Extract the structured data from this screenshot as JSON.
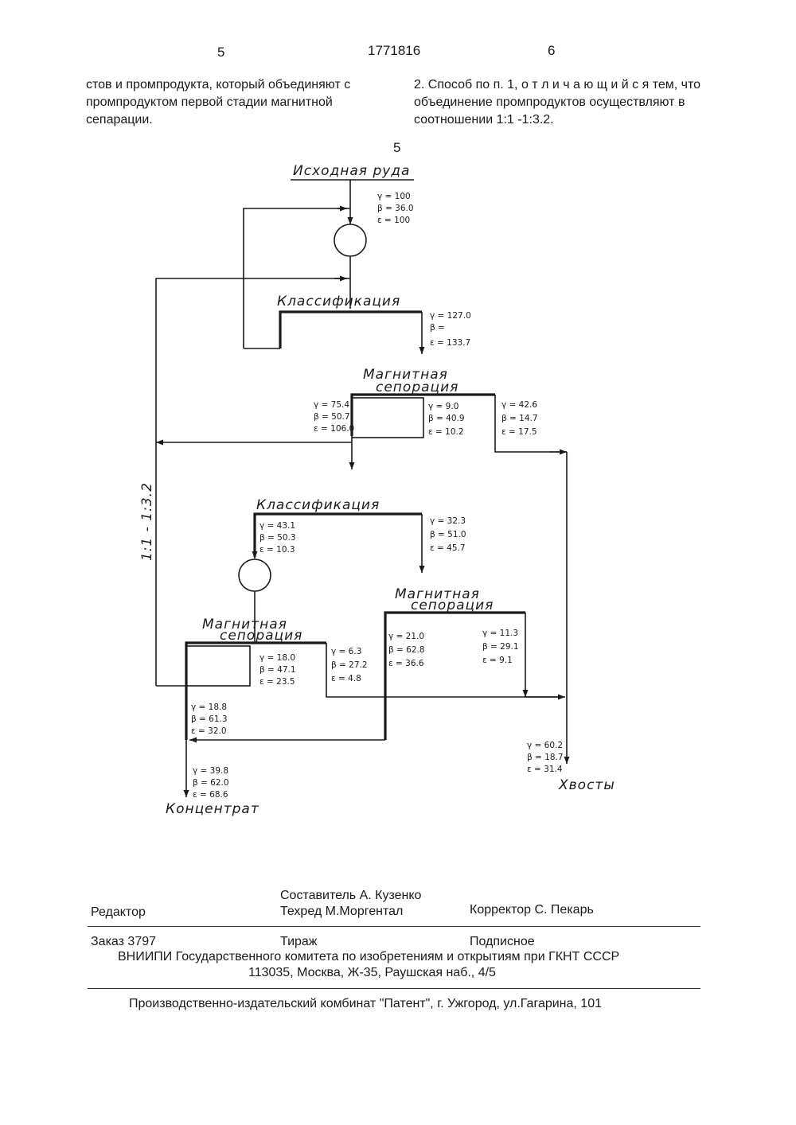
{
  "header": {
    "page_left": "5",
    "patent_number": "1771816",
    "page_right": "6"
  },
  "text": {
    "left_column": "стов и промпродукта, который объединяют с промпродуктом первой стадии магнитной сепарации.",
    "right_column_claim": "2. Способ по п. 1, о т л и ч а ю щ и й с я тем, что объединение промпродуктов осуществляют в соотношении 1:1 -1:3.2.",
    "line_number": "5"
  },
  "diagram": {
    "ore": "Исходная руда",
    "classification_1": "Классификация",
    "mag_sep_1_line1": "Магнитная",
    "mag_sep_1_line2": "сепорация",
    "classification_2": "Классификация",
    "mag_sep_2_line1": "Магнитная",
    "mag_sep_2_line2": "сепорация",
    "mag_sep_3_line1": "Магнитная",
    "mag_sep_3_line2": "сепорация",
    "ratio": "1:1 - 1:3.2",
    "concentrate": "Концентрат",
    "tailings": "Хвосты",
    "values": {
      "ore": [
        "γ = 100",
        "β = 36.0",
        "ε = 100"
      ],
      "class1_out": [
        "γ = 127.0",
        "β =",
        "ε = 133.7"
      ],
      "ms1_left": [
        "γ = 75.4",
        "β = 50.7",
        "ε = 106.0"
      ],
      "ms1_mid": [
        "γ = 9.0",
        "β = 40.9",
        "ε = 10.2"
      ],
      "ms1_right": [
        "γ = 42.6",
        "β = 14.7",
        "ε = 17.5"
      ],
      "class2_left": [
        "γ = 43.1",
        "β = 50.3",
        "ε = 10.3"
      ],
      "class2_right": [
        "γ = 32.3",
        "β = 51.0",
        "ε = 45.7"
      ],
      "ms2_inner": [
        "γ = 18.0",
        "β = 47.1",
        "ε = 23.5"
      ],
      "ms2_right": [
        "γ = 6.3",
        "β = 27.2",
        "ε = 4.8"
      ],
      "ms2_conc": [
        "γ = 18.8",
        "β = 61.3",
        "ε = 32.0"
      ],
      "ms3_left": [
        "γ = 21.0",
        "β = 62.8",
        "ε = 36.6"
      ],
      "ms3_right": [
        "γ = 11.3",
        "β = 29.1",
        "ε = 9.1"
      ],
      "tails": [
        "γ = 60.2",
        "β = 18.7",
        "ε = 31.4"
      ],
      "final_conc": [
        "γ = 39.8",
        "β = 62.0",
        "ε = 68.6"
      ]
    }
  },
  "footer": {
    "compiler": "Составитель А. Кузенко",
    "editor": "Редактор",
    "techred": "Техред М.Моргентал",
    "corrector": "Корректор С. Пекарь",
    "order": "Заказ 3797",
    "circulation": "Тираж",
    "subscription": "Подписное",
    "org": "ВНИИПИ Государственного комитета по изобретениям и открытиям при ГКНТ СССР",
    "address": "113035, Москва, Ж-35, Раушская наб., 4/5",
    "publisher": "Производственно-издательский комбинат \"Патент\", г. Ужгород, ул.Гагарина, 101"
  }
}
